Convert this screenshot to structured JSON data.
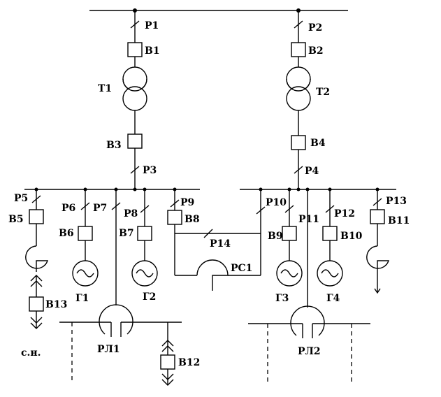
{
  "labels": {
    "P1": "P1",
    "P2": "P2",
    "P3": "P3",
    "P4": "P4",
    "P5": "P5",
    "P6": "P6",
    "P7": "P7",
    "P8": "P8",
    "P9": "P9",
    "P10": "P10",
    "P11": "P11",
    "P12": "P12",
    "P13": "P13",
    "P14": "P14",
    "B1": "B1",
    "B2": "B2",
    "B3": "B3",
    "B4": "B4",
    "B5": "B5",
    "B6": "B6",
    "B7": "B7",
    "B8": "B8",
    "B9": "B9",
    "B10": "B10",
    "B11": "B11",
    "B12": "B12",
    "B13": "B13",
    "T1": "T1",
    "T2": "T2",
    "G1": "Г1",
    "G2": "Г2",
    "G3": "Г3",
    "G4": "Г4",
    "RL1": "РЛ1",
    "RL2": "РЛ2",
    "RS1": "РС1",
    "SN": "с.н."
  }
}
